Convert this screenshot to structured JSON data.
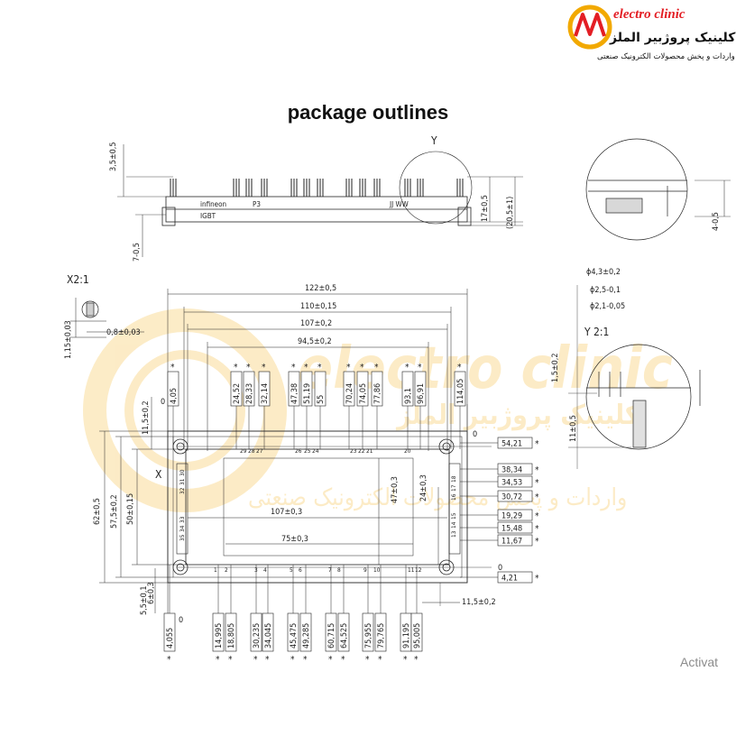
{
  "logo": {
    "brand": "electro clinic",
    "persian_name": "کلینیک پروژبیر الملز",
    "persian_tagline": "واردات و پخش محصولات الکترونیک صنعتی",
    "colors": {
      "red": "#e31e24",
      "gold": "#f2a900"
    }
  },
  "title": "package outlines",
  "watermark": {
    "brand": "electro clinic",
    "persian_name": "کلینیک پروژبیر الملز",
    "persian_tagline": "واردات و پخش محصولات الکترونیک صنعتی"
  },
  "side_view": {
    "dims": [
      "3,5±0,5",
      "7-0,5",
      "17±0,5",
      "(20,5±1)"
    ],
    "markings": {
      "brand": "infineon",
      "part": "P3",
      "type": "IGBT",
      "date": "JJ WW"
    },
    "detail_label": "Y"
  },
  "detail_view": {
    "dim": "4-0,5"
  },
  "detail_x": {
    "label": "X2:1",
    "dims": [
      "1,15±0,03",
      "0,8±0,03"
    ]
  },
  "detail_y": {
    "label": "Y 2:1",
    "dims": [
      "ϕ4,3±0,2",
      "ϕ2,5-0,1",
      "ϕ2,1-0,05",
      "1,5±0,2",
      "11±0,5"
    ]
  },
  "top_view": {
    "overall_dims": [
      "122±0,5",
      "110±0,15",
      "107±0,2",
      "94,5±0,2"
    ],
    "top_pin_dims": [
      "4,05",
      "24,52",
      "28,33",
      "32,14",
      "47,38",
      "51,19",
      "55",
      "70,24",
      "74,05",
      "77,86",
      "93,1",
      "96,91",
      "114,05"
    ],
    "right_dims": [
      "54,21",
      "38,34",
      "34,53",
      "30,72",
      "19,29",
      "15,48",
      "11,67",
      "4,21"
    ],
    "bottom_pin_dims": [
      "4,055",
      "14,995",
      "18,805",
      "30,235",
      "34,045",
      "45,475",
      "49,285",
      "60,715",
      "64,525",
      "75,955",
      "79,765",
      "91,195",
      "95,005"
    ],
    "left_dims": [
      "62±0,5",
      "57,5±0,2",
      "50±0,15",
      "11,5±0,2",
      "5,5±0,1",
      "6±0,3"
    ],
    "inner_dims": [
      "107±0,3",
      "75±0,3",
      "47±0,3",
      "24±0,3"
    ],
    "other_dims": [
      "11,5±0,2"
    ],
    "zero_labels": [
      "0",
      "0",
      "0",
      "0"
    ],
    "pin_numbers_top": [
      "29",
      "28",
      "27",
      "26",
      "25",
      "24",
      "23",
      "22",
      "21",
      "20"
    ],
    "pin_numbers_bottom": [
      "1",
      "2",
      "3",
      "4",
      "5",
      "6",
      "7",
      "8",
      "9",
      "10",
      "11",
      "12"
    ],
    "pin_numbers_left": [
      "32",
      "31",
      "30",
      "35",
      "34",
      "33"
    ],
    "pin_numbers_right": [
      "18",
      "17",
      "16",
      "15",
      "14",
      "13"
    ],
    "detail_label": "X",
    "star": "*"
  },
  "overlay": {
    "activate": "Activat"
  }
}
